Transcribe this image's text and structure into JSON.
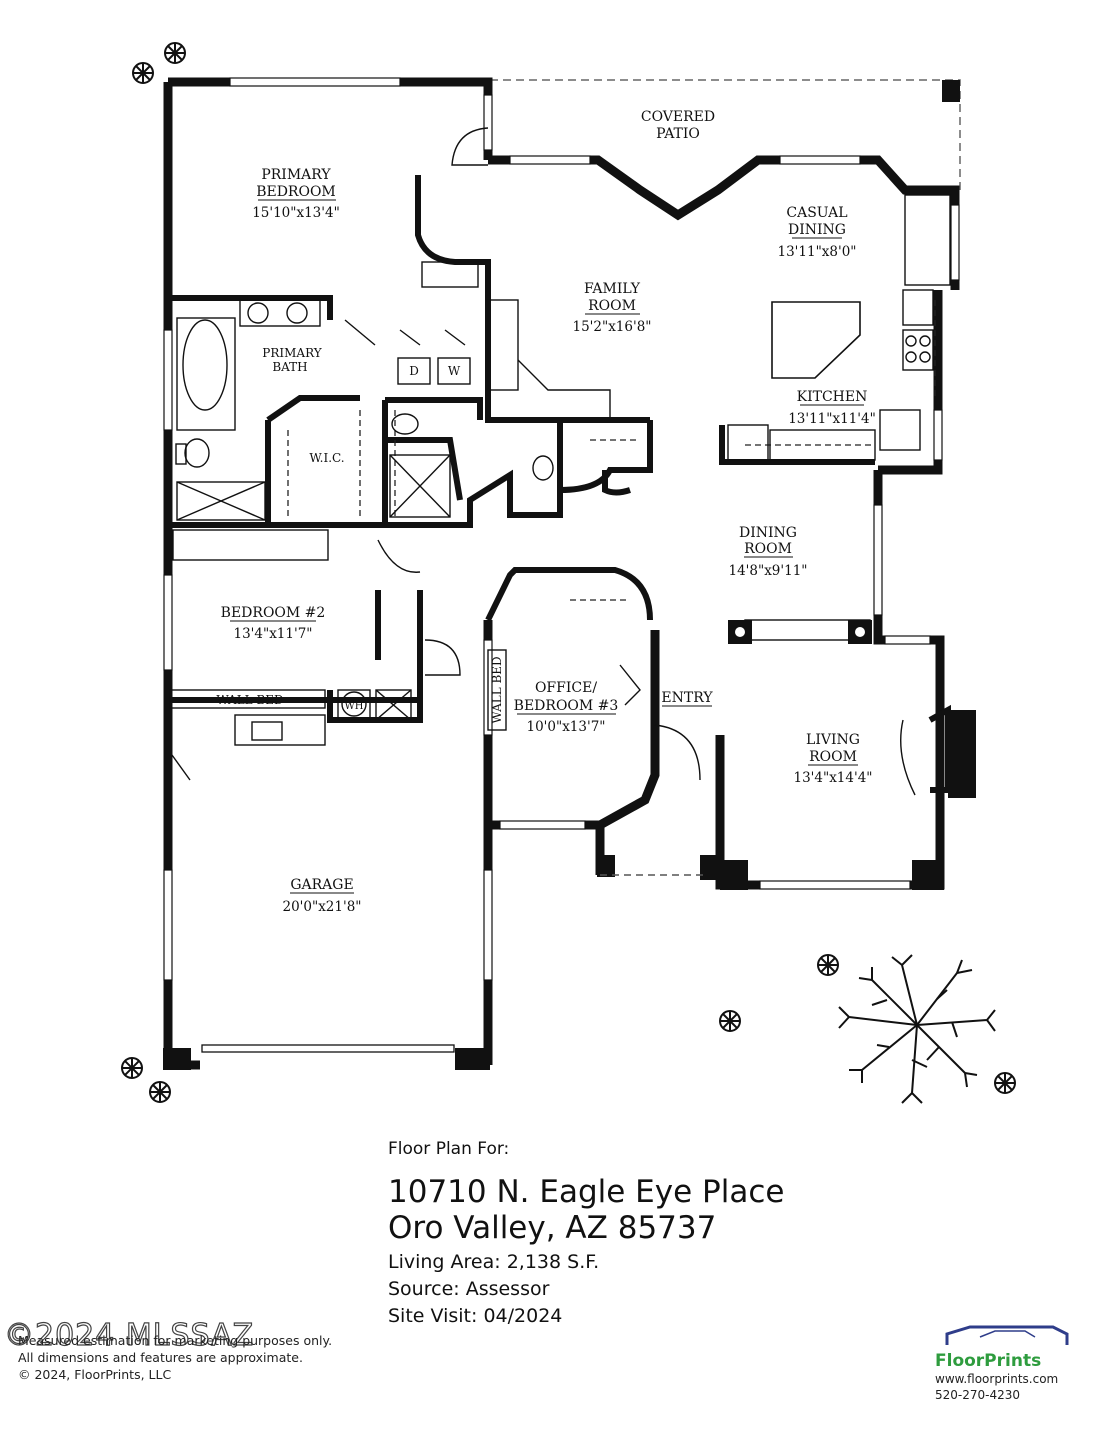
{
  "rooms": {
    "covered_patio": {
      "name_line1": "COVERED",
      "name_line2": "PATIO"
    },
    "primary_bedroom": {
      "name_line1": "PRIMARY",
      "name_line2": "BEDROOM",
      "dims": "15'10\"x13'4\""
    },
    "casual_dining": {
      "name_line1": "CASUAL",
      "name_line2": "DINING",
      "dims": "13'11\"x8'0\""
    },
    "family_room": {
      "name_line1": "FAMILY",
      "name_line2": "ROOM",
      "dims": "15'2\"x16'8\""
    },
    "primary_bath": {
      "name_line1": "PRIMARY",
      "name_line2": "BATH"
    },
    "kitchen": {
      "name": "KITCHEN",
      "dims": "13'11\"x11'4\""
    },
    "wic": {
      "name": "W.I.C."
    },
    "dining_room": {
      "name_line1": "DINING",
      "name_line2": "ROOM",
      "dims": "14'8\"x9'11\""
    },
    "bedroom2": {
      "name": "BEDROOM #2",
      "dims": "13'4\"x11'7\""
    },
    "office": {
      "name_line1": "OFFICE/",
      "name_line2": "BEDROOM #3",
      "dims": "10'0\"x13'7\""
    },
    "entry": {
      "name": "ENTRY"
    },
    "living_room": {
      "name_line1": "LIVING",
      "name_line2": "ROOM",
      "dims": "13'4\"x14'4\""
    },
    "garage": {
      "name": "GARAGE",
      "dims": "20'0\"x21'8\""
    }
  },
  "fixtures": {
    "wall_bed_horizontal": "WALL BED",
    "wall_bed_vertical": "WALL BED",
    "dryer": "D",
    "washer": "W",
    "water_heater": "WH"
  },
  "title_block": {
    "heading": "Floor Plan For:",
    "address_line1": "10710 N. Eagle Eye Place",
    "address_line2": "Oro Valley, AZ  85737",
    "living_area": "Living Area:  2,138 S.F.",
    "source": "Source:  Assessor",
    "site_visit": "Site Visit:  04/2024"
  },
  "disclaimer": {
    "line1": "Measured estimation for marketing purposes only.",
    "line2": "All dimensions and features are approximate.",
    "line3": "© 2024, FloorPrints, LLC"
  },
  "watermark": "©2024 MLSSAZ",
  "brand": {
    "name": "FloorPrints",
    "website": "www.floorprints.com",
    "phone": "520-270-4230",
    "name_color": "#2e9c3e",
    "roof_color": "#2f3d8a"
  }
}
